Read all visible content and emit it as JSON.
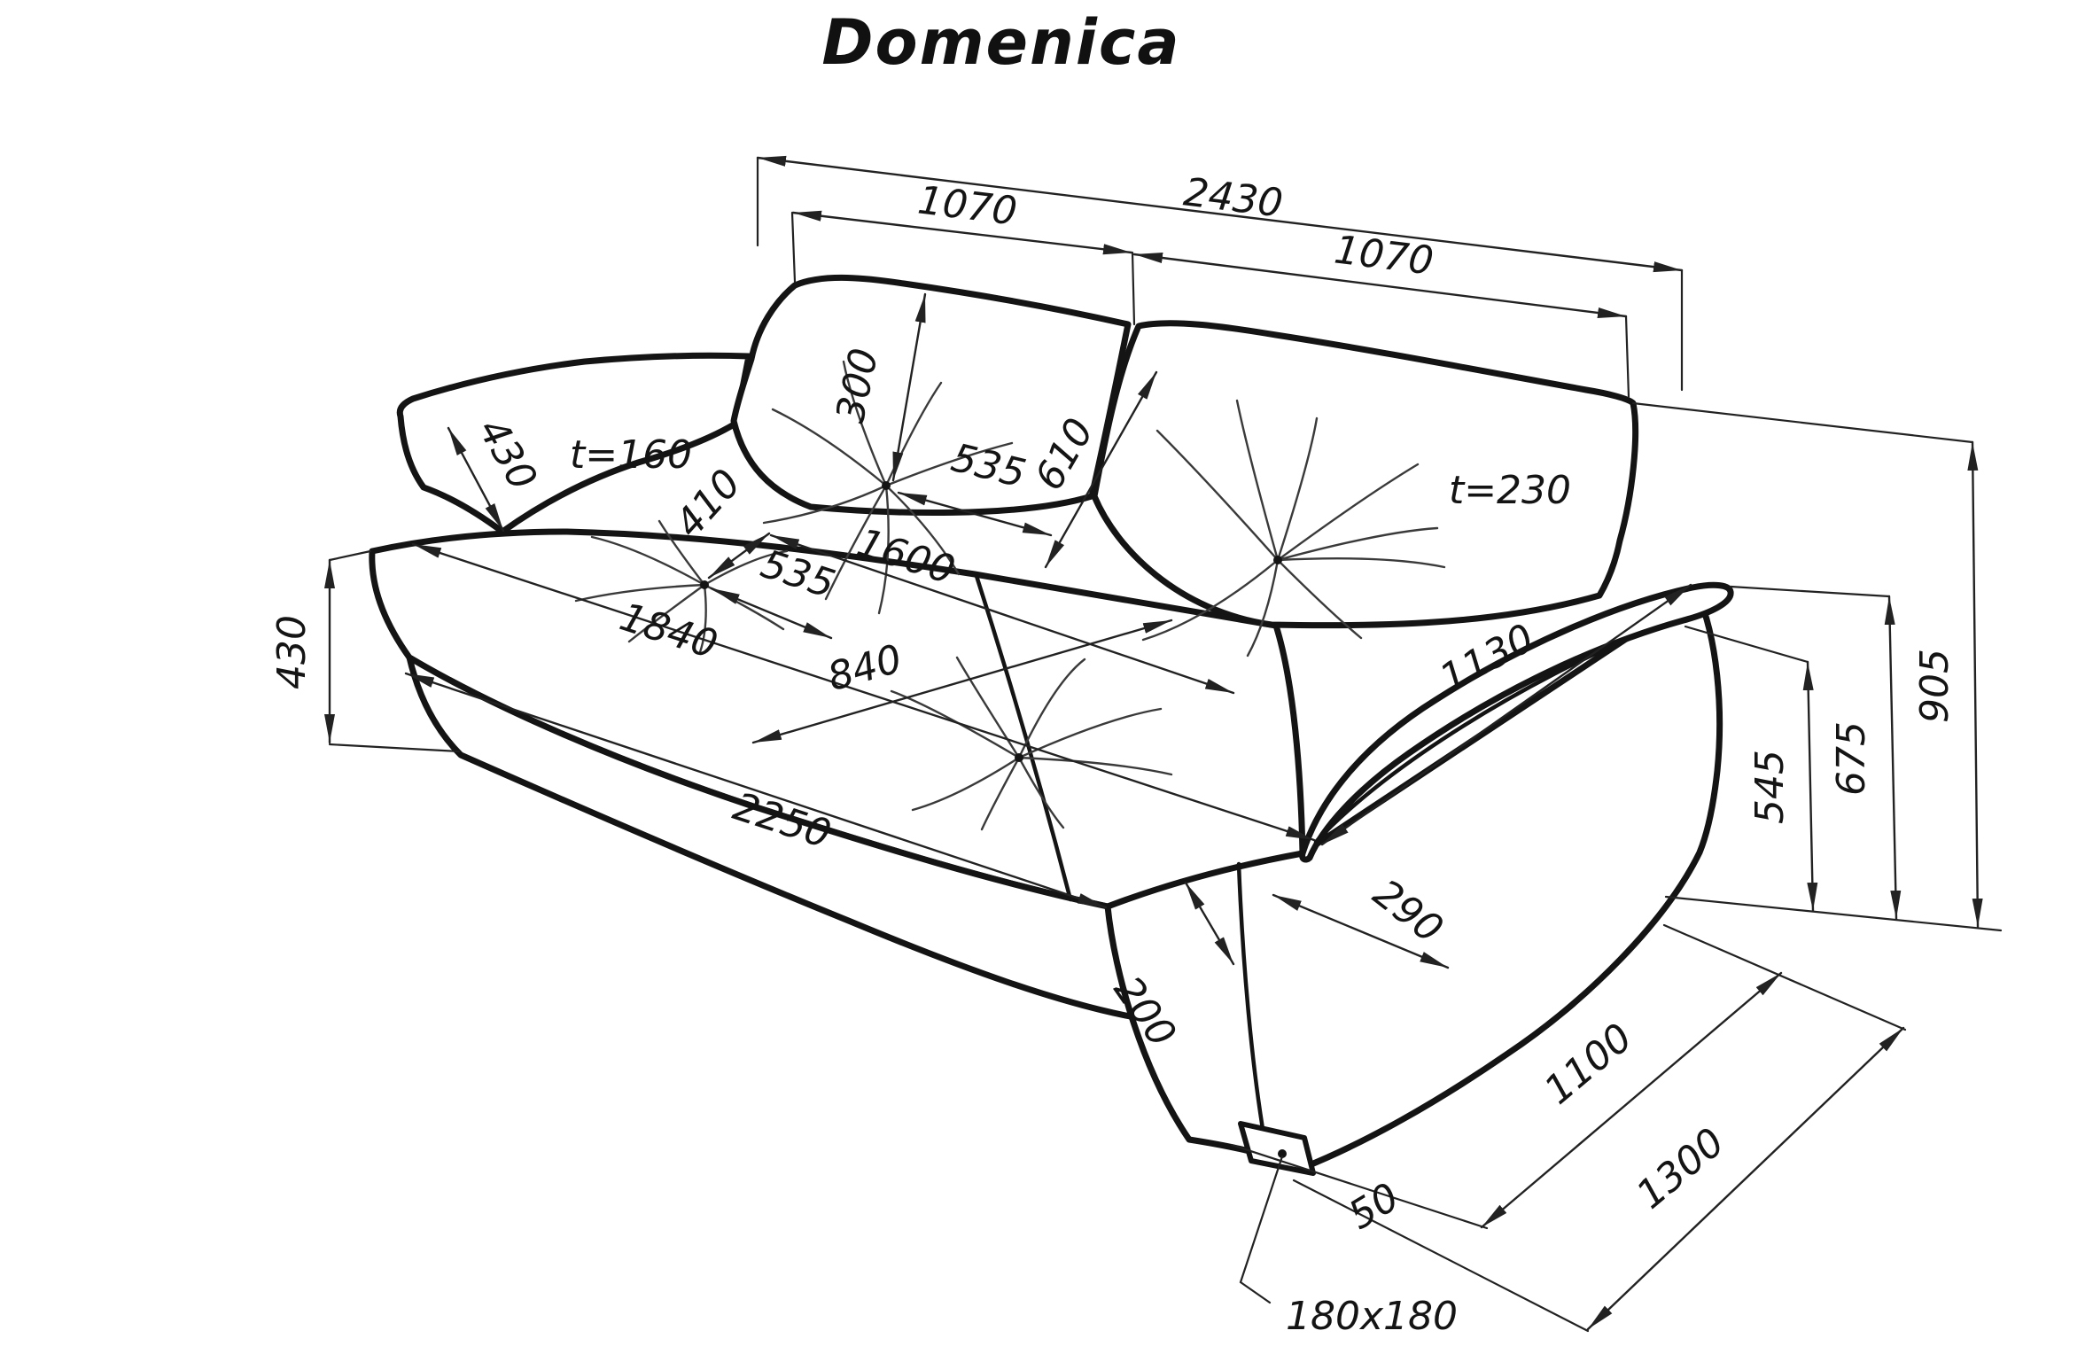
{
  "title": "Domenica",
  "drawing": {
    "type": "furniture-dimension-diagram",
    "subject": "sofa three-quarter perspective with dimensions",
    "units": "mm",
    "top": {
      "overall_width": "2430",
      "left_section_width": "1070",
      "right_section_width": "1070"
    },
    "back_cushions": {
      "tuft_to_top": "300",
      "tuft_to_side": "535",
      "face_height": "610",
      "left_thickness": "t=160",
      "right_thickness": "t=230"
    },
    "left_side": {
      "armrest_height": "430",
      "base_height": "430"
    },
    "seat": {
      "tuft_to_back": "410",
      "tuft_to_seam": "535",
      "inner_width": "1600",
      "total_width": "1840",
      "cushion_depth": "840",
      "front_length": "2250",
      "front_rail_height": "200"
    },
    "right_side": {
      "armrest_length": "1130",
      "armrest_base_width": "290",
      "armrest_base_height": "545",
      "armrest_top_height": "675",
      "overall_height": "905"
    },
    "bottom": {
      "seat_depth": "1100",
      "overall_depth": "1300",
      "leg_height": "50",
      "leg_size": "180x180"
    }
  }
}
